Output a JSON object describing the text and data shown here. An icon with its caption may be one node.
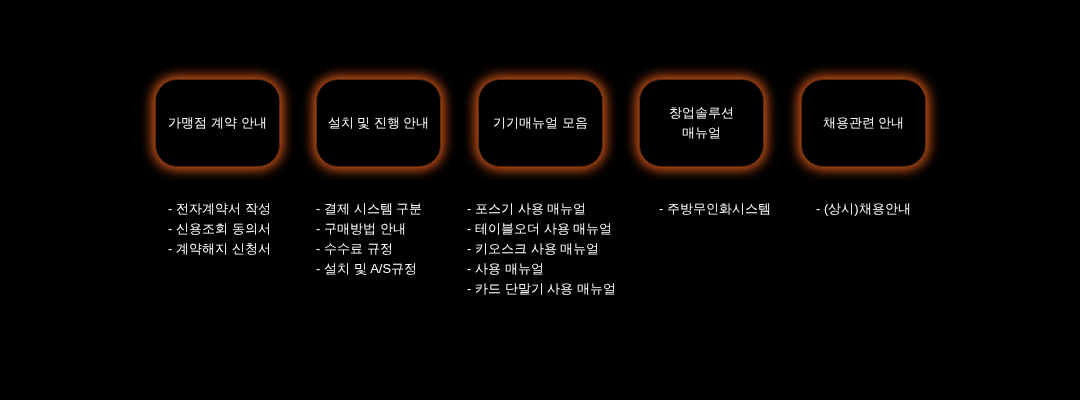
{
  "diagram": {
    "nodes": [
      {
        "text": [
          "가맹점 계약 안내"
        ],
        "beside": [
          "- 전자계약서 작성",
          "- 신용조회 동의서",
          "- 계약해지 신청서"
        ]
      },
      {
        "text": [
          "설치 및 진행 안내"
        ],
        "beside": [
          "- 결제 시스템 구분",
          "- 구매방법 안내",
          "- 수수료 규정",
          "- 설치 및 A/S규정"
        ]
      },
      {
        "text": [
          "기기매뉴얼 모음"
        ],
        "beside": [
          "- 포스기 사용 매뉴얼",
          "- 테이블오더 사용 매뉴얼",
          "- 키오스크 사용 매뉴얼",
          "- 사용 매뉴얼",
          "- 카드 단말기 사용 매뉴얼"
        ]
      },
      {
        "text": [
          "창업솔루션 매뉴얼"
        ],
        "beside": [
          "- 주방무인화시스템"
        ]
      },
      {
        "text": [
          "채용관련 안내"
        ],
        "beside": [
          "- (상시)채용안내"
        ]
      }
    ]
  }
}
